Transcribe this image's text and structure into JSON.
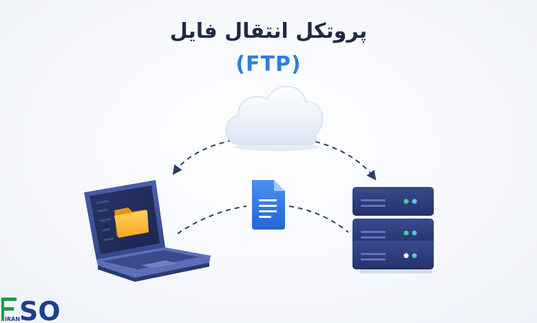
{
  "title": "پروتکل انتقال فایل",
  "subtitle": "(FTP)",
  "logo": {
    "brand": "FSO",
    "sub": "IRAN",
    "colors": {
      "green": "#1f9a45",
      "blue": "#1e3f8c"
    }
  },
  "icons": [
    "cloud-icon",
    "laptop-icon",
    "folder-icon",
    "document-icon",
    "server-icon"
  ],
  "colors": {
    "title": "#1f2a44",
    "accent": "#2f7de1",
    "arrow": "#2b3f6b",
    "server": "#2b3a78"
  }
}
